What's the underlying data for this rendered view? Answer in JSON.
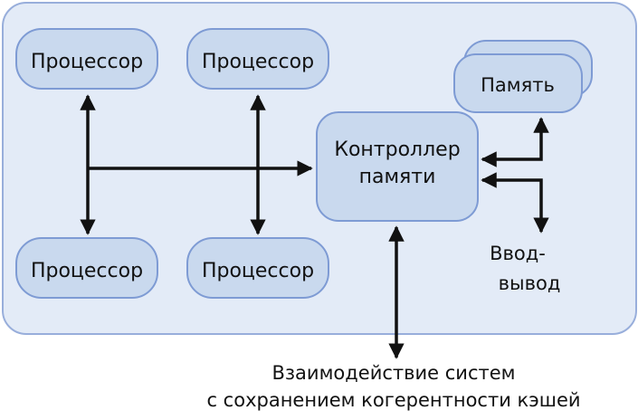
{
  "nodes": {
    "cpu_top_left": "Процессор",
    "cpu_top_right": "Процессор",
    "cpu_bottom_left": "Процессор",
    "cpu_bottom_right": "Процессор",
    "memory": "Память",
    "controller_line1": "Контроллер",
    "controller_line2": "памяти",
    "io_line1": "Ввод-",
    "io_line2": "вывод"
  },
  "caption": {
    "line1": "Взаимодействие систем",
    "line2": "с сохранением когерентности кэшей"
  },
  "colors": {
    "panel_fill": "#e3ebf7",
    "panel_stroke": "#98aedb",
    "node_fill": "#c9d9ee",
    "node_stroke": "#7e9bd4",
    "arrow": "#111111"
  }
}
